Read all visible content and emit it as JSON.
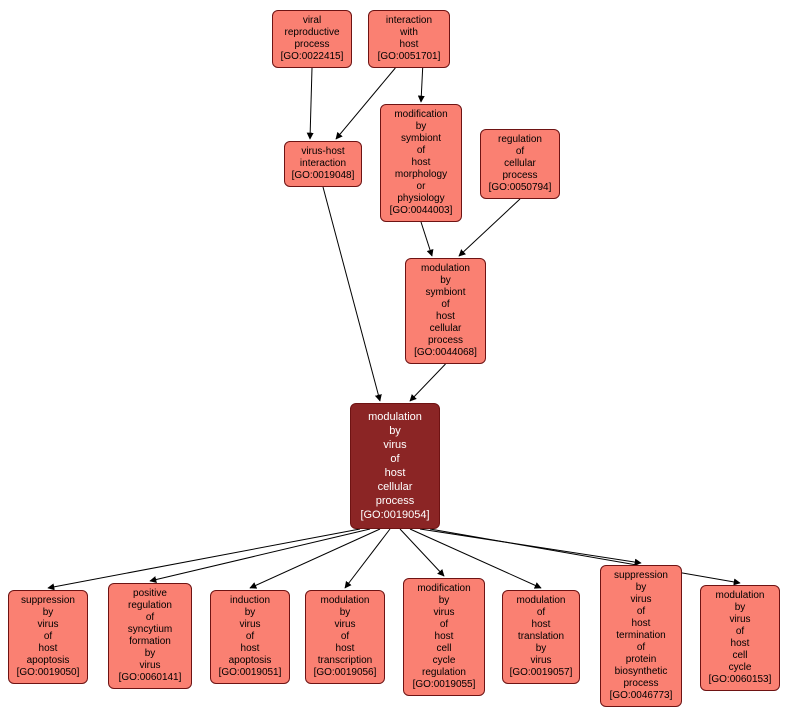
{
  "diagram": "gene-ontology-ancestor-chart",
  "colors": {
    "background": "#ffffff",
    "node_fill": "#fa8072",
    "node_border": "#6e1313",
    "node_text": "#000000",
    "focus_fill": "#8b2525",
    "focus_text": "#ffffff",
    "edge_color": "#000000"
  },
  "nodes": {
    "n0022415": {
      "go_id": "GO:0022415",
      "label": "viral\nreproductive\nprocess\n[GO:0022415]"
    },
    "n0051701": {
      "go_id": "GO:0051701",
      "label": "interaction\nwith\nhost\n[GO:0051701]"
    },
    "n0019048": {
      "go_id": "GO:0019048",
      "label": "virus-host\ninteraction\n[GO:0019048]"
    },
    "n0044003": {
      "go_id": "GO:0044003",
      "label": "modification\nby\nsymbiont\nof\nhost\nmorphology\nor\nphysiology\n[GO:0044003]"
    },
    "n0050794": {
      "go_id": "GO:0050794",
      "label": "regulation\nof\ncellular\nprocess\n[GO:0050794]"
    },
    "n0044068": {
      "go_id": "GO:0044068",
      "label": "modulation\nby\nsymbiont\nof\nhost\ncellular\nprocess\n[GO:0044068]"
    },
    "n0019054": {
      "go_id": "GO:0019054",
      "label": "modulation\nby\nvirus\nof\nhost\ncellular\nprocess\n[GO:0019054]"
    },
    "n0019050": {
      "go_id": "GO:0019050",
      "label": "suppression\nby\nvirus\nof\nhost\napoptosis\n[GO:0019050]"
    },
    "n0060141": {
      "go_id": "GO:0060141",
      "label": "positive\nregulation\nof\nsyncytium\nformation\nby\nvirus\n[GO:0060141]"
    },
    "n0019051": {
      "go_id": "GO:0019051",
      "label": "induction\nby\nvirus\nof\nhost\napoptosis\n[GO:0019051]"
    },
    "n0019056": {
      "go_id": "GO:0019056",
      "label": "modulation\nby\nvirus\nof\nhost\ntranscription\n[GO:0019056]"
    },
    "n0019055": {
      "go_id": "GO:0019055",
      "label": "modification\nby\nvirus\nof\nhost\ncell\ncycle\nregulation\n[GO:0019055]"
    },
    "n0019057": {
      "go_id": "GO:0019057",
      "label": "modulation\nof\nhost\ntranslation\nby\nvirus\n[GO:0019057]"
    },
    "n0046773": {
      "go_id": "GO:0046773",
      "label": "suppression\nby\nvirus\nof\nhost\ntermination\nof\nprotein\nbiosynthetic\nprocess\n[GO:0046773]"
    },
    "n0060153": {
      "go_id": "GO:0060153",
      "label": "modulation\nby\nvirus\nof\nhost\ncell\ncycle\n[GO:0060153]"
    }
  },
  "edges": [
    [
      "n0022415",
      "n0019048"
    ],
    [
      "n0051701",
      "n0019048"
    ],
    [
      "n0051701",
      "n0044003"
    ],
    [
      "n0044003",
      "n0044068"
    ],
    [
      "n0050794",
      "n0044068"
    ],
    [
      "n0019048",
      "n0019054"
    ],
    [
      "n0044068",
      "n0019054"
    ],
    [
      "n0019054",
      "n0019050"
    ],
    [
      "n0019054",
      "n0060141"
    ],
    [
      "n0019054",
      "n0019051"
    ],
    [
      "n0019054",
      "n0019056"
    ],
    [
      "n0019054",
      "n0019055"
    ],
    [
      "n0019054",
      "n0019057"
    ],
    [
      "n0019054",
      "n0046773"
    ],
    [
      "n0019054",
      "n0060153"
    ]
  ]
}
